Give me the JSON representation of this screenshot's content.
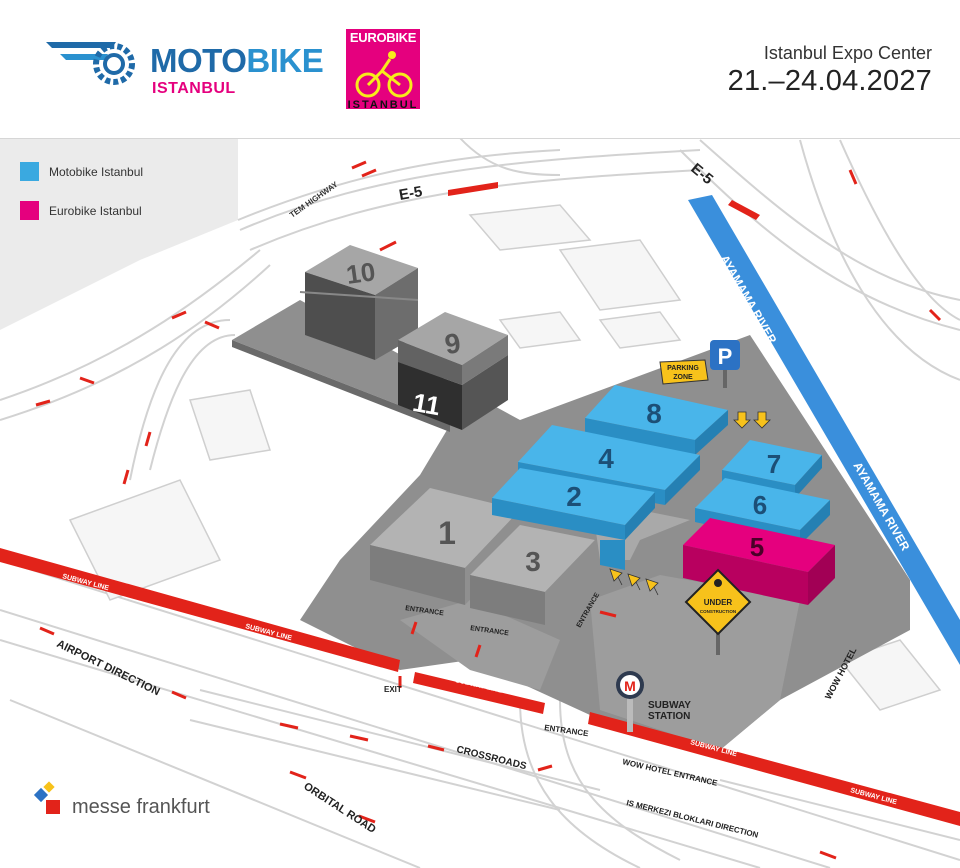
{
  "header": {
    "logo_moto": "MOTO",
    "logo_bike": "BIKE",
    "logo_sub": "ISTANBUL",
    "euro_top": "EUROBIKE",
    "euro_bottom": "ISTANBUL",
    "venue": "Istanbul Expo Center",
    "dates": "21.–24.04.2027"
  },
  "legend": [
    {
      "label": "Motobike Istanbul",
      "color": "#3aa9e0"
    },
    {
      "label": "Eurobike Istanbul",
      "color": "#e5007e"
    }
  ],
  "colors": {
    "motobike": "#3aa9e0",
    "eurobike": "#e5007e",
    "hall_grey": "#9a9a9a",
    "venue_ground": "#8a8a8a",
    "river": "#3a8fdc",
    "subway_line": "#e2231a",
    "road": "#ececec"
  },
  "halls": {
    "h10": "10",
    "h9": "9",
    "h11": "11",
    "h8": "8",
    "h4": "4",
    "h2": "2",
    "h7": "7",
    "h6": "6",
    "h5": "5",
    "h1": "1",
    "h3": "3"
  },
  "labels": {
    "parking_zone_1": "PARKING",
    "parking_zone_2": "ZONE",
    "parking_sign": "P",
    "e5_1": "E-5",
    "e5_2": "E-5",
    "tem_highway": "TEM HIGHWAY",
    "river_1": "AYAMAMA RIVER",
    "river_2": "AYAMAMA RIVER",
    "subway_line_1": "SUBWAY LINE",
    "subway_line_2": "SUBWAY LINE",
    "subway_line_3": "SUBWAY LINE",
    "subway_line_4": "SUBWAY LINE",
    "subway_line_5": "SUBWAY LINE",
    "entrance_1": "ENTRANCE",
    "entrance_2": "ENTRANCE",
    "entrance_3": "ENTRANCE",
    "entrance_4": "ENTRANCE",
    "exit": "EXIT",
    "airport_direction": "AIRPORT DIRECTION",
    "crossroads": "CROSSROADS",
    "orbital_road": "ORBITAL ROAD",
    "wow_hotel": "WOW HOTEL",
    "wow_hotel_entrance": "WOW HOTEL ENTRANCE",
    "is_merkezi": "IS MERKEZI BLOKLARI DIRECTION",
    "subway_station_1": "SUBWAY",
    "subway_station_2": "STATION",
    "metro_letter": "M",
    "under_1": "UNDER",
    "under_2": "CONSTRUCTION"
  },
  "footer": {
    "messe_frankfurt": "messe frankfurt"
  },
  "icons": [
    "gear-wing-logo-icon",
    "cyclist-icon",
    "parking-sign-icon",
    "metro-icon",
    "construction-sign-icon",
    "messe-frankfurt-logo-icon",
    "direction-arrow-icon"
  ]
}
